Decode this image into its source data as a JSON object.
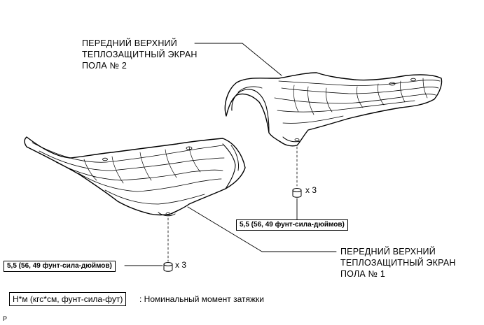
{
  "callouts": {
    "shield_2": [
      "ПЕРЕДНИЙ ВЕРХНИЙ",
      "ТЕПЛОЗАЩИТНЫЙ ЭКРАН",
      "ПОЛА № 2"
    ],
    "shield_1": [
      "ПЕРЕДНИЙ ВЕРХНИЙ",
      "ТЕПЛОЗАЩИТНЫЙ ЭКРАН",
      "ПОЛА № 1"
    ]
  },
  "torque": {
    "upper": "5,5 (56, 49 фунт-сила-дюймов)",
    "lower": "5,5 (56, 49 фунт-сила-дюймов)"
  },
  "quantity": {
    "upper": "x 3",
    "lower": "x 3"
  },
  "legend": {
    "unit": "Н*м (кгс*см, фунт-сила-фут)",
    "description": ": Номинальный момент затяжки"
  },
  "figure_code": "P"
}
